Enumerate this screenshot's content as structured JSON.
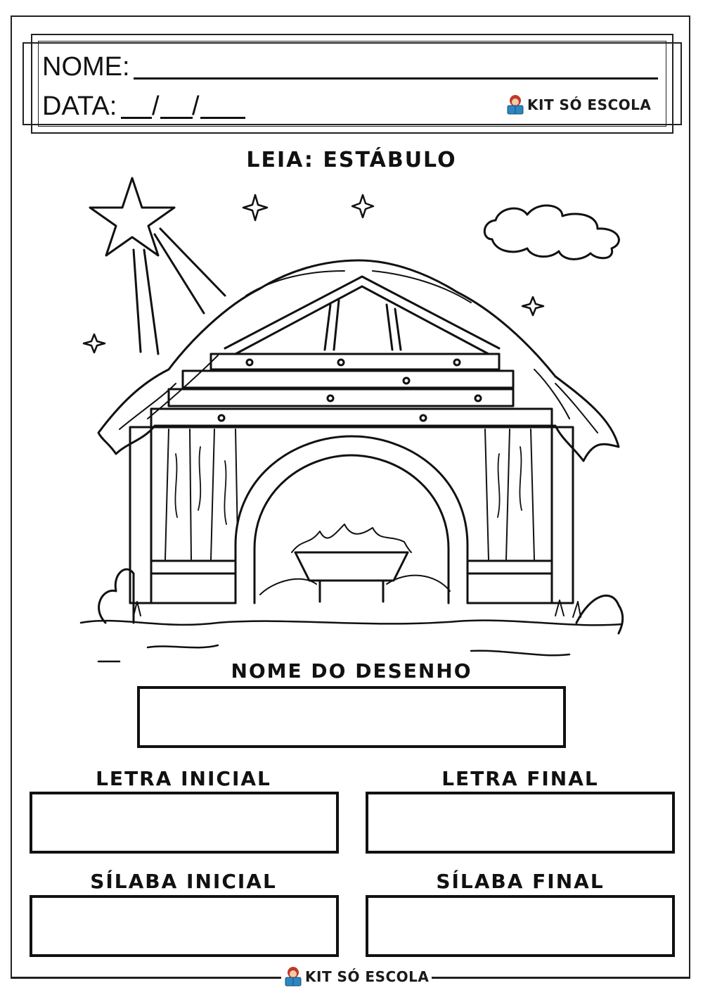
{
  "header": {
    "name_label": "NOME:",
    "date_label": "DATA:",
    "date_separators": [
      "/",
      "/"
    ]
  },
  "brand": {
    "name": "KIT SÓ ESCOLA",
    "icon": "book-reader-icon"
  },
  "title": "LEIA: ESTÁBULO",
  "drawing_name_label": "NOME DO DESENHO",
  "fields": {
    "first_letter_label": "LETRA INICIAL",
    "last_letter_label": "LETRA FINAL",
    "first_syllable_label": "SÍLABA INICIAL",
    "last_syllable_label": "SÍLABA FINAL"
  },
  "colors": {
    "ink": "#111111",
    "paper": "#ffffff",
    "logo_hair": "#c0392b",
    "logo_book": "#2e86c1"
  }
}
